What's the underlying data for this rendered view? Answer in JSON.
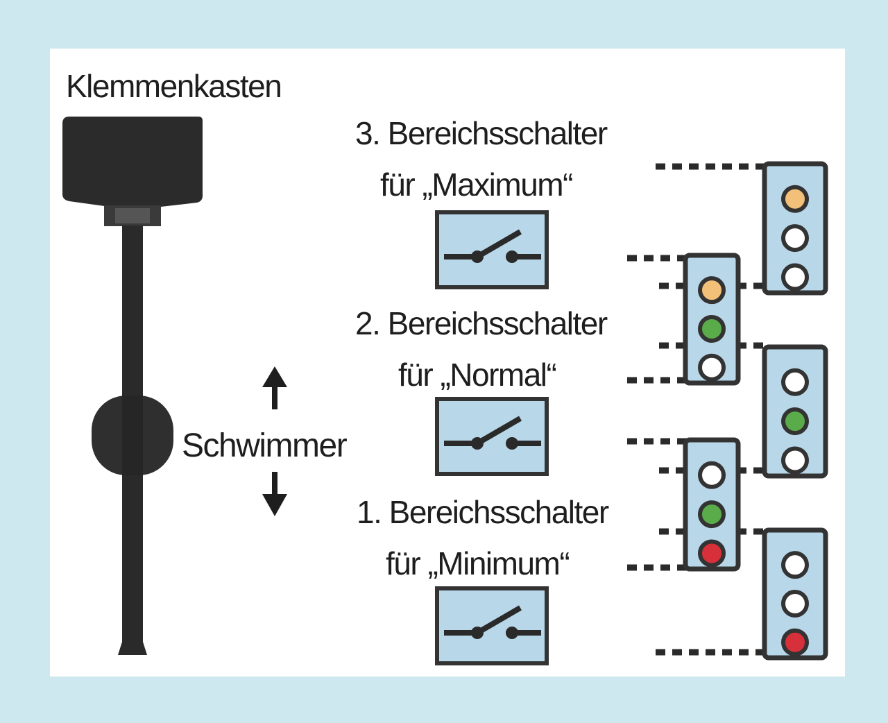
{
  "colors": {
    "outer_background": "#cde8ee",
    "panel": "#ffffff",
    "box_fill": "#b8d8ea",
    "stroke": "#333333",
    "dark": "#2a2a2a",
    "light_yellow": "#f2c078",
    "light_green": "#5aab4a",
    "light_red": "#d8303a",
    "light_off": "#ffffff"
  },
  "labels": {
    "terminal_box": "Klemmenkasten",
    "float": "Schwimmer",
    "switch3_line1": "3. Bereichsschalter",
    "switch3_line2": "für „Maximum“",
    "switch2_line1": "2. Bereichsschalter",
    "switch2_line2": "für „Normal“",
    "switch1_line1": "1. Bereichsschalter",
    "switch1_line2": "für „Minimum“"
  },
  "indicators": [
    {
      "name": "top-right",
      "lights": [
        "yellow",
        "off",
        "off"
      ]
    },
    {
      "name": "upper-middle",
      "lights": [
        "yellow",
        "green",
        "off"
      ]
    },
    {
      "name": "mid-right",
      "lights": [
        "off",
        "green",
        "off"
      ]
    },
    {
      "name": "lower-middle",
      "lights": [
        "off",
        "green",
        "red"
      ]
    },
    {
      "name": "bottom-right",
      "lights": [
        "off",
        "off",
        "red"
      ]
    }
  ],
  "icons": {
    "switch": "open-switch-icon",
    "arrow_up": "arrow-up-icon",
    "arrow_down": "arrow-down-icon"
  }
}
